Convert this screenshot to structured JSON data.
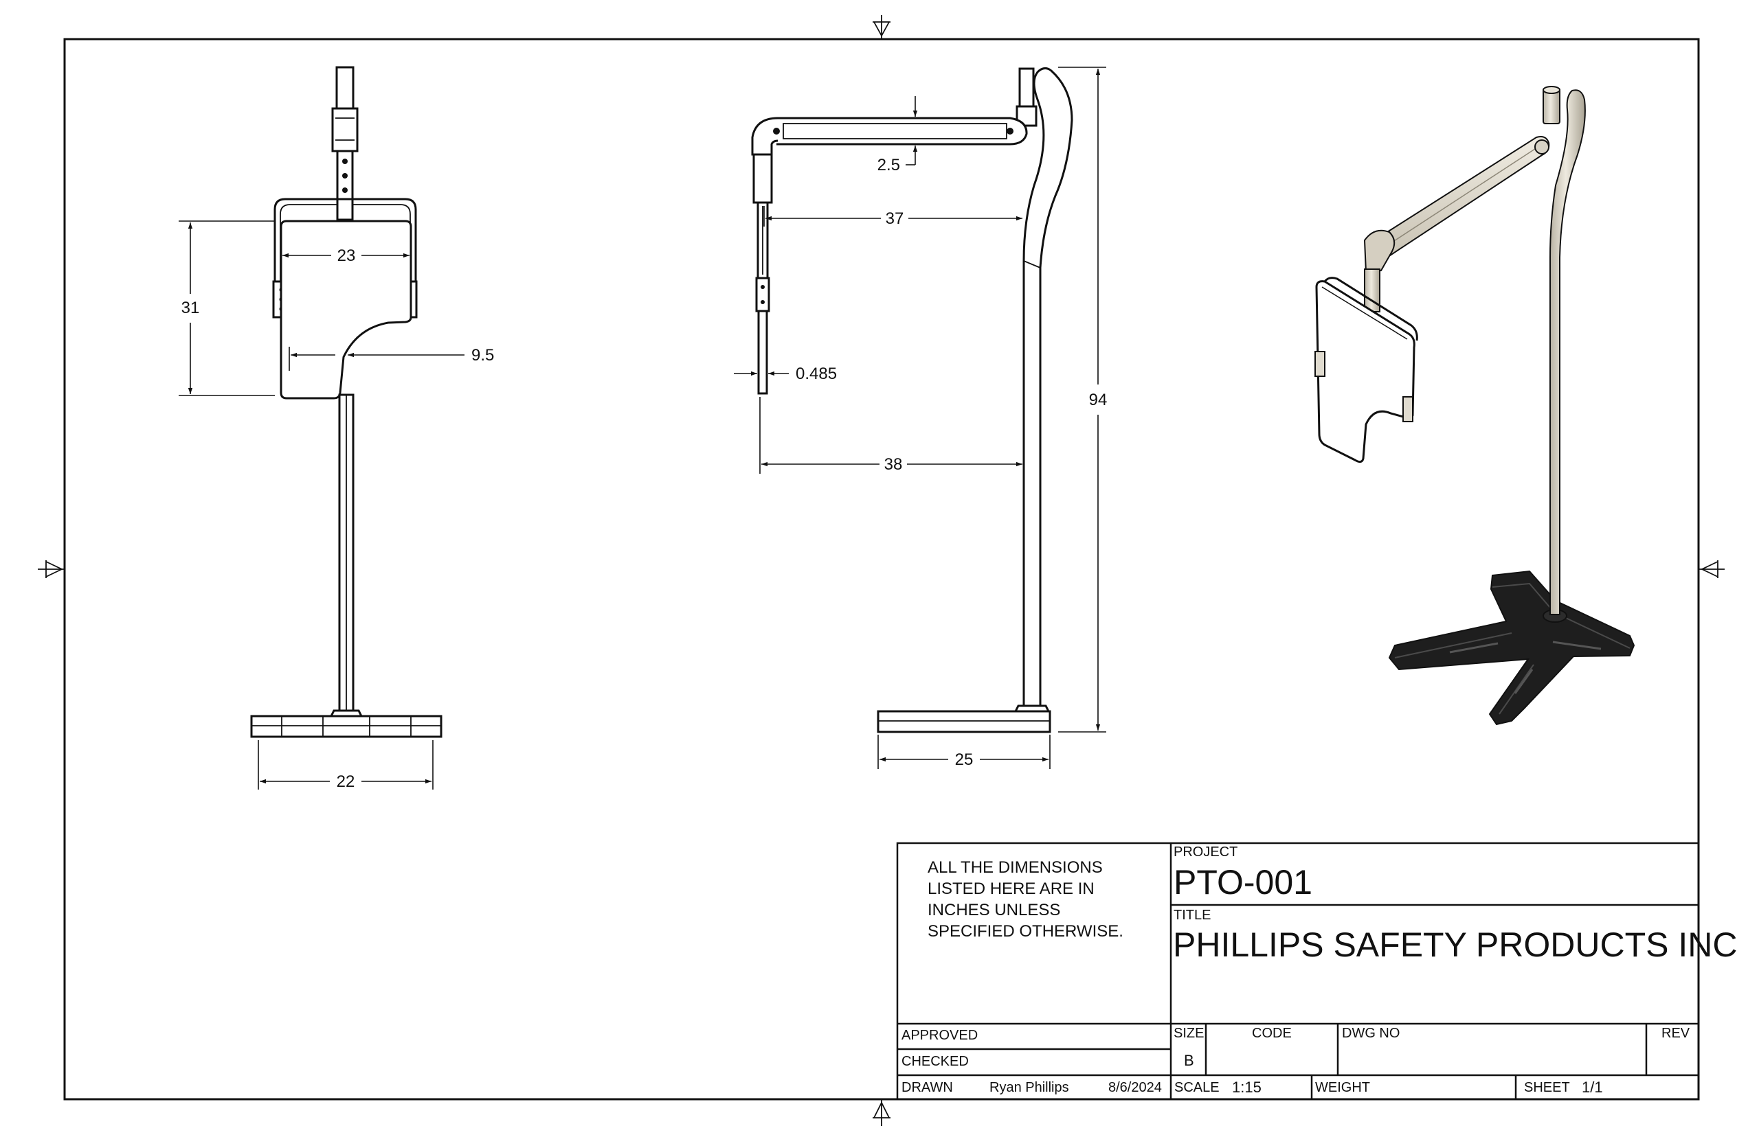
{
  "drawing": {
    "views": {
      "front": {
        "dims": {
          "plate_width": "23",
          "plate_height": "31",
          "cutout": "9.5",
          "base_width": "22"
        }
      },
      "side": {
        "dims": {
          "arm_thickness": "2.5",
          "arm_reach": "37",
          "plate_thickness": "0.485",
          "plate_reach": "38",
          "overall_height": "94",
          "base_depth": "25"
        }
      },
      "iso": {}
    },
    "colors": {
      "line": "#111111",
      "pole": "#ded9cc",
      "base": "#1e1e1e",
      "paper": "#ffffff"
    }
  },
  "title_block": {
    "note": "ALL THE DIMENSIONS\nLISTED HERE ARE IN\nINCHES UNLESS\nSPECIFIED OTHERWISE.",
    "project_label": "PROJECT",
    "project_value": "PTO-001",
    "title_label": "TITLE",
    "title_value": "PHILLIPS SAFETY PRODUCTS INC",
    "approved_label": "APPROVED",
    "checked_label": "CHECKED",
    "drawn_label": "DRAWN",
    "drawn_by": "Ryan Phillips",
    "drawn_date": "8/6/2024",
    "size_label": "SIZE",
    "size_value": "B",
    "code_label": "CODE",
    "dwg_no_label": "DWG NO",
    "rev_label": "REV",
    "scale_label": "SCALE",
    "scale_value": "1:15",
    "weight_label": "WEIGHT",
    "sheet_label": "SHEET",
    "sheet_value": "1/1"
  }
}
